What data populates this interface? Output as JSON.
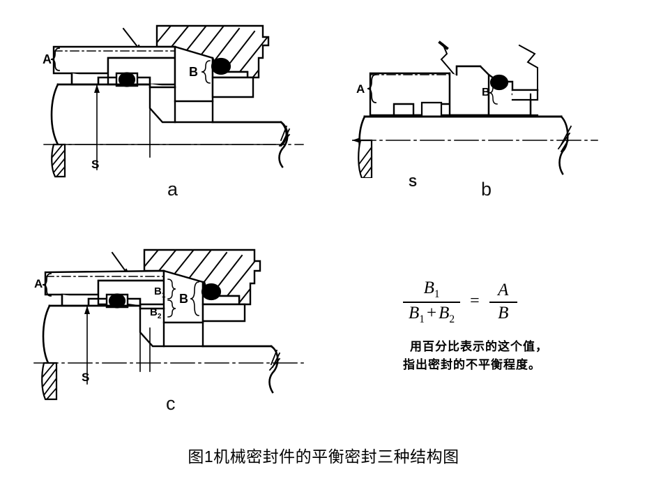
{
  "document": {
    "caption": "图1机械密封件的平衡密封三种结构图",
    "background_color": "#ffffff",
    "ink_color": "#000000"
  },
  "panels": [
    {
      "id": "a",
      "letter": "a",
      "labels": {
        "A": "A",
        "B": "B",
        "S": "S"
      },
      "description": "balanced-mechanical-seal-cross-section-a"
    },
    {
      "id": "b",
      "letter": "b",
      "labels": {
        "A": "A",
        "B": "B",
        "S": "S"
      },
      "description": "balanced-mechanical-seal-cross-section-b"
    },
    {
      "id": "c",
      "letter": "c",
      "labels": {
        "A": "A",
        "B1": "B",
        "B1_sub": "1",
        "B2": "B",
        "B2_sub": "2",
        "B": "B",
        "S": "S"
      },
      "description": "balanced-mechanical-seal-cross-section-c"
    }
  ],
  "formula": {
    "numerator": "B",
    "numerator_sub": "1",
    "denominator_left": "B",
    "denominator_left_sub": "1",
    "denominator_plus": "+",
    "denominator_right": "B",
    "denominator_right_sub": "2",
    "equals": "=",
    "right_numerator": "A",
    "right_denominator": "B"
  },
  "note": {
    "line1": "用百分比表示的这个值，",
    "line2": "指出密封的不平衡程度。"
  }
}
